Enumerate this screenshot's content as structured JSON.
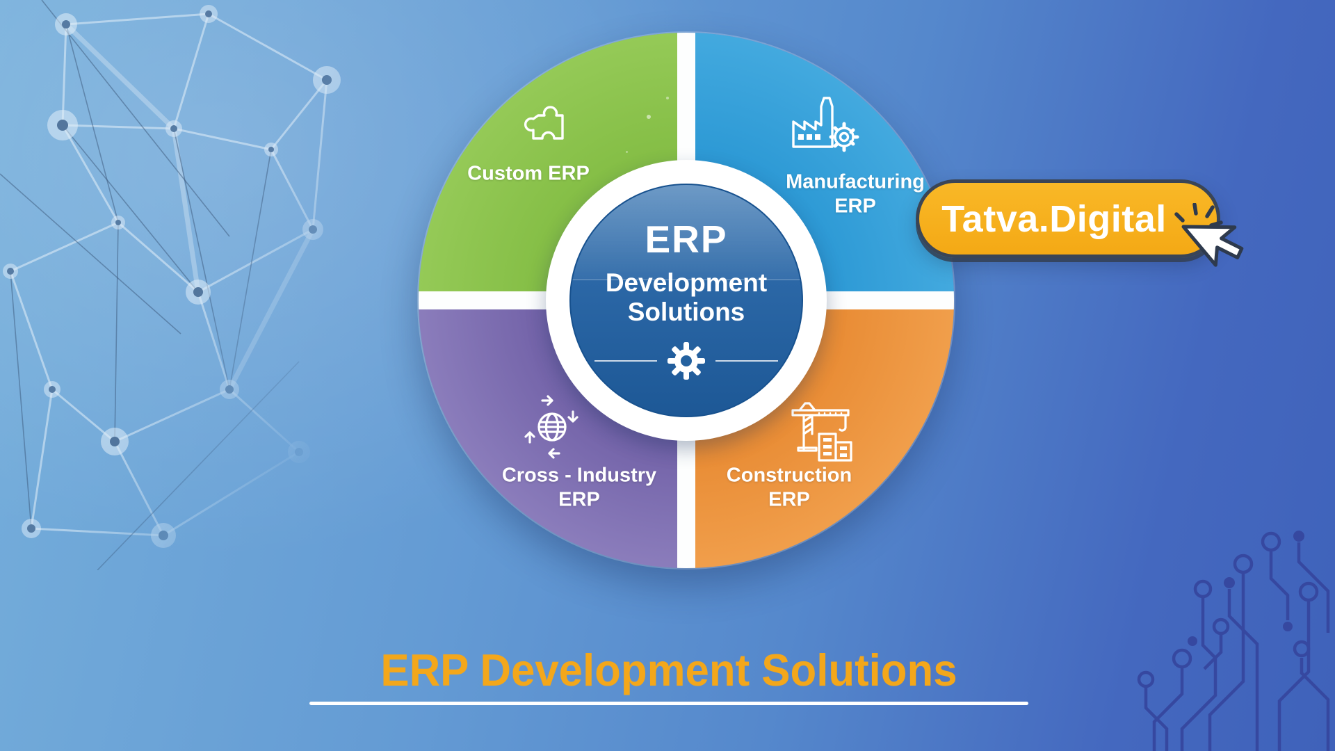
{
  "wheel": {
    "center_line1": "ERP",
    "center_line2": "Development",
    "center_line3": "Solutions",
    "center_icon": "gear-icon",
    "center_color": "#2b67a6",
    "quadrants": [
      {
        "name": "custom-erp",
        "line1": "Custom ERP",
        "line2": "",
        "color": "#8abf4a",
        "icon": "puzzle-icon"
      },
      {
        "name": "manufacturing-erp",
        "line1": "Manufacturing",
        "line2": "ERP",
        "color": "#35a0d9",
        "icon": "factory-gear-icon"
      },
      {
        "name": "cross-industry-erp",
        "line1": "Cross - Industry",
        "line2": "ERP",
        "color": "#8173b5",
        "icon": "globe-arrows-icon"
      },
      {
        "name": "construction-erp",
        "line1": "Construction",
        "line2": "ERP",
        "color": "#ec9340",
        "icon": "crane-icon"
      }
    ]
  },
  "cta_button": {
    "label": "Tatva.Digital",
    "background": "#f7b01e",
    "border": "#3a4556",
    "cursor_icon": "cursor-click-icon"
  },
  "footer": {
    "title": "ERP Development Solutions",
    "title_color": "#f3a71b",
    "underline_color": "#ffffff"
  },
  "background": {
    "base_colors": [
      "#76afdb",
      "#4468bf"
    ],
    "decorations": [
      "network-plexus-left",
      "circuit-board-bottom-right"
    ]
  }
}
